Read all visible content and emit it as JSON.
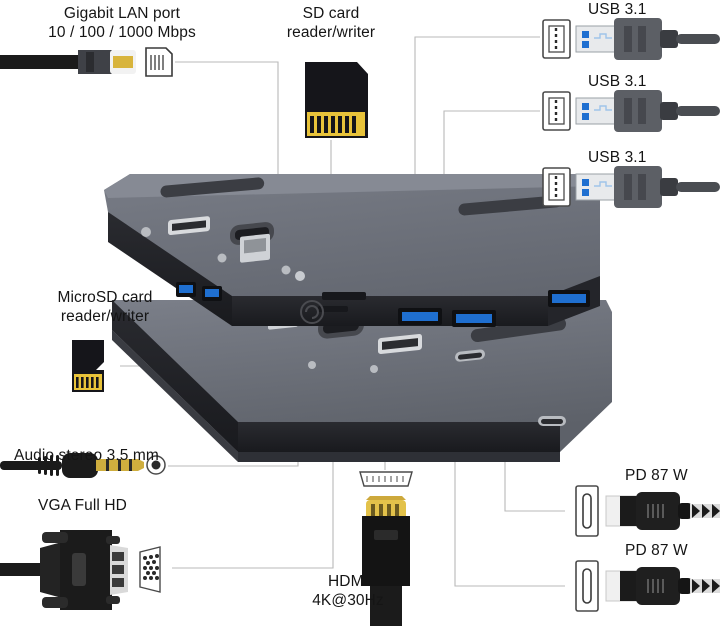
{
  "document": {
    "kind": "product-port-diagram",
    "subject": "USB-C multiport docking hub",
    "background_color": "#ffffff",
    "text_color": "#151515"
  },
  "callouts": [
    {
      "id": "lan",
      "name": "gigabit-lan",
      "lines": [
        "Gigabit LAN port",
        "10 / 100 / 1000 Mbps"
      ],
      "icon": "rj45-port-icon",
      "connector": "ethernet-cable"
    },
    {
      "id": "sd",
      "name": "sd-card-reader",
      "lines": [
        "SD card",
        "reader/writer"
      ],
      "icon": "sd-card-icon",
      "connector": "sd-card"
    },
    {
      "id": "usb1",
      "name": "usb-31-port-1",
      "lines": [
        "USB 3.1"
      ],
      "icon": "usb-a-port-icon",
      "connector": "usb-a-plug"
    },
    {
      "id": "usb2",
      "name": "usb-31-port-2",
      "lines": [
        "USB 3.1"
      ],
      "icon": "usb-a-port-icon",
      "connector": "usb-a-plug"
    },
    {
      "id": "usb3",
      "name": "usb-31-port-3",
      "lines": [
        "USB 3.1"
      ],
      "icon": "usb-a-port-icon",
      "connector": "usb-a-plug"
    },
    {
      "id": "microsd",
      "name": "microsd-reader",
      "lines": [
        "MicroSD card",
        "reader/writer"
      ],
      "icon": "microsd-card-icon",
      "connector": "microsd-card"
    },
    {
      "id": "audio",
      "name": "audio-jack",
      "lines": [
        "Audio stereo 3.5 mm"
      ],
      "icon": "audio-jack-icon",
      "connector": "trrs-plug"
    },
    {
      "id": "vga",
      "name": "vga-port",
      "lines": [
        "VGA Full HD"
      ],
      "icon": "vga-port-icon",
      "connector": "vga-plug"
    },
    {
      "id": "hdmi",
      "name": "hdmi-port",
      "lines": [
        "HDMI",
        "4K@30Hz"
      ],
      "icon": "hdmi-port-icon",
      "connector": "hdmi-plug"
    },
    {
      "id": "pd1",
      "name": "power-delivery-1",
      "lines": [
        "PD 87 W"
      ],
      "icon": "usb-c-port-icon",
      "connector": "usb-c-plug"
    },
    {
      "id": "pd2",
      "name": "power-delivery-2",
      "lines": [
        "PD 87 W"
      ],
      "icon": "usb-c-port-icon",
      "connector": "usb-c-plug"
    }
  ],
  "colors": {
    "hub_body_top": "#6f737d",
    "hub_body_side": "#55585f",
    "hub_port_strip": "#232428",
    "usb_blue": "#1f6fd0",
    "gold": "#e8c33a",
    "card_black": "#15151a",
    "cable_black": "#1b1b1b",
    "connector_gray": "#5c5f65",
    "leader_line": "#b9b9b9"
  }
}
